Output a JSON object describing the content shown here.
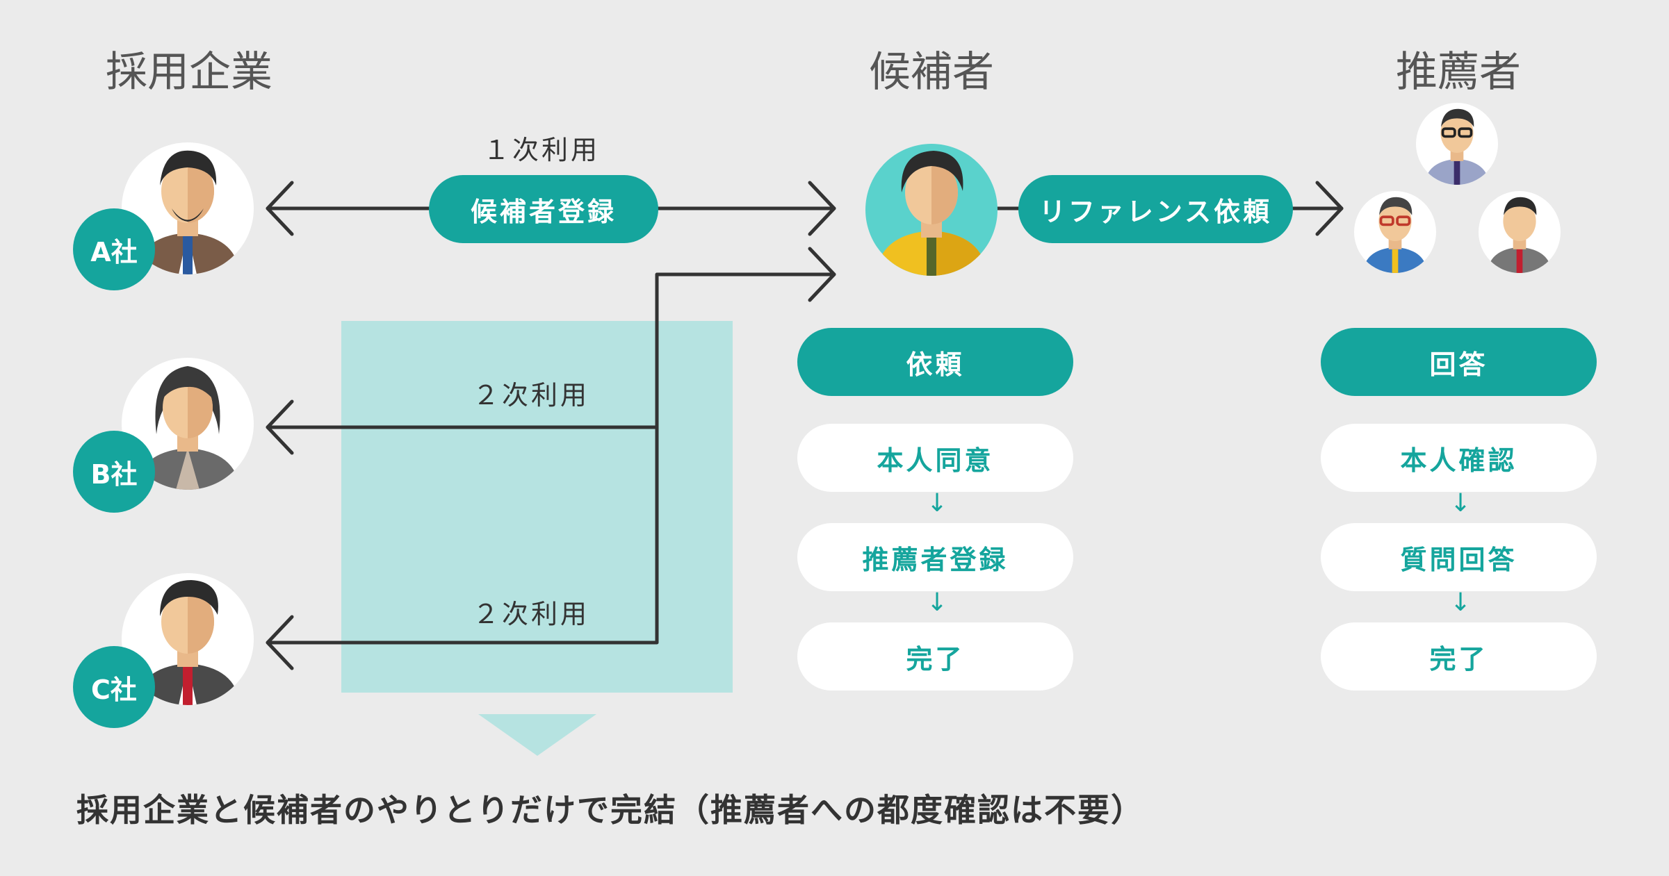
{
  "columns": {
    "company": "採用企業",
    "candidate": "候補者",
    "referrer": "推薦者"
  },
  "companies": [
    {
      "badge": "A社"
    },
    {
      "badge": "B社"
    },
    {
      "badge": "C社"
    }
  ],
  "flow": {
    "primary_use_label": "１次利用",
    "secondary_use_label_b": "２次利用",
    "secondary_use_label_c": "２次利用",
    "candidate_registration": "候補者登録",
    "reference_request": "リファレンス依頼"
  },
  "candidate_steps": {
    "header": "依頼",
    "steps": [
      "本人同意",
      "推薦者登録",
      "完了"
    ],
    "arrow": "↓"
  },
  "referrer_steps": {
    "header": "回答",
    "steps": [
      "本人確認",
      "質問回答",
      "完了"
    ],
    "arrow": "↓"
  },
  "footer": "採用企業と候補者のやりとりだけで完結（推薦者への都度確認は不要）",
  "colors": {
    "accent": "#15a59d",
    "highlight_area": "#b6e3e1",
    "background": "#ebebeb",
    "line": "#333333"
  }
}
